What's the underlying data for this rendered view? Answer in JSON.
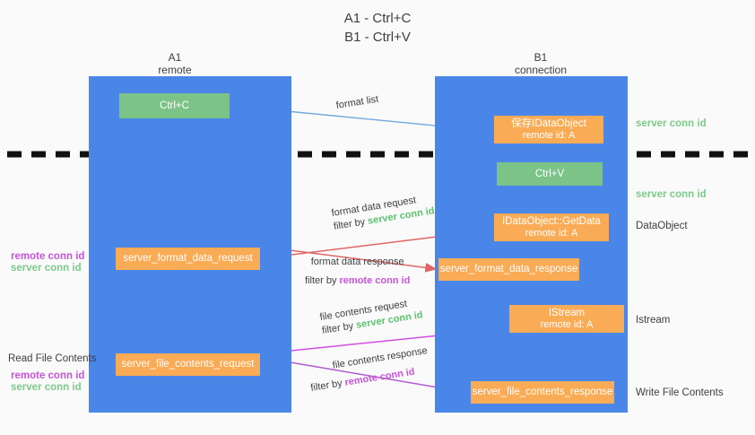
{
  "title": "A1 - Ctrl+C\nB1 - Ctrl+V",
  "colors": {
    "lane": "#4a86e8",
    "green_box": "#7bc386",
    "orange_box": "#f9ab55",
    "server_conn": "#7dc98b",
    "remote_conn": "#c455d6",
    "arrow_format_list": "#6fa8dc",
    "arrow_format_data": "#e06666",
    "arrow_file_contents": "#c455d6",
    "arrow_internal": "#000000",
    "divider": "#111111",
    "background": "#fafafa"
  },
  "columns": {
    "a1": {
      "name": "A1",
      "role": "remote",
      "header": "A1\nremote"
    },
    "b1": {
      "name": "B1",
      "role": "connection",
      "header": "B1\nconnection"
    }
  },
  "boxes": {
    "ctrl_c": {
      "label": "Ctrl+C",
      "sub": "",
      "color": "green"
    },
    "save_idataobject": {
      "label": "保存IDataObject",
      "sub": "remote id: A",
      "color": "orange"
    },
    "ctrl_v": {
      "label": "Ctrl+V",
      "sub": "",
      "color": "green"
    },
    "getdata": {
      "label": "IDataObject::GetData",
      "sub": "remote id: A",
      "color": "orange"
    },
    "istream": {
      "label": "IStream",
      "sub": "remote id: A",
      "color": "orange"
    },
    "server_format_data_request": {
      "label": "server_format_data_request",
      "sub": "",
      "color": "orange"
    },
    "server_format_data_response": {
      "label": "server_format_data_response",
      "sub": "",
      "color": "orange"
    },
    "server_file_contents_request": {
      "label": "server_file_contents_request",
      "sub": "",
      "color": "orange"
    },
    "server_file_contents_response": {
      "label": "server_file_contents_response",
      "sub": "",
      "color": "orange"
    }
  },
  "right_labels": {
    "server_conn_id_1": "server conn id",
    "server_conn_id_2": "server conn id",
    "data_object": "DataObject",
    "istream": "Istream",
    "write_file_contents": "Write File Contents"
  },
  "left_labels": {
    "mid_remote": "remote conn id",
    "mid_server": "server conn id",
    "read_file_contents": "Read File Contents",
    "bottom_remote": "remote conn id",
    "bottom_server": "server conn id"
  },
  "edges": {
    "format_list": {
      "line1": "format list",
      "line2": ""
    },
    "format_data_request": {
      "line1": "format data request",
      "filter_prefix": "filter by ",
      "filter_value": "server conn id",
      "filter_color": "green"
    },
    "format_data_response": {
      "line1": "format data response",
      "filter_prefix": "filter by ",
      "filter_value": "remote conn id",
      "filter_color": "purple"
    },
    "file_contents_request": {
      "line1": "file contents request",
      "filter_prefix": "filter by ",
      "filter_value": "server conn id",
      "filter_color": "green"
    },
    "file_contents_response": {
      "line1": "file contents response",
      "filter_prefix": "filter by ",
      "filter_value": "remote conn id",
      "filter_color": "purple"
    }
  }
}
